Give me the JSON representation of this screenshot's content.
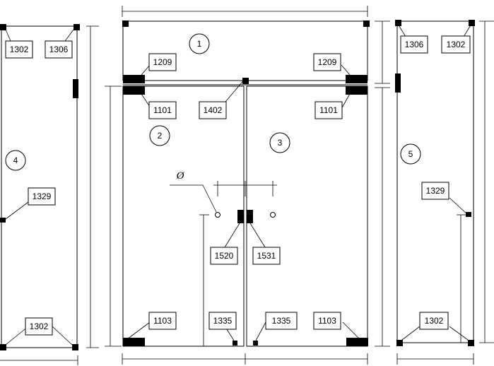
{
  "diagram": {
    "panel_numbers": {
      "p1": "1",
      "p2": "2",
      "p3": "3",
      "p4": "4",
      "p5": "5"
    },
    "part_labels": {
      "l1302_a": "1302",
      "l1306_a": "1306",
      "l1329_a": "1329",
      "l1302_b": "1302",
      "l1209_a": "1209",
      "l1101_a": "1101",
      "l1402": "1402",
      "l1209_b": "1209",
      "l1101_b": "1101",
      "l1520": "1520",
      "l1531": "1531",
      "l1103_a": "1103",
      "l1335_a": "1335",
      "l1335_b": "1335",
      "l1103_b": "1103",
      "l1306_b": "1306",
      "l1302_c": "1302",
      "l1329_b": "1329",
      "l1302_d": "1302"
    },
    "diameter_symbol": "Ø"
  }
}
